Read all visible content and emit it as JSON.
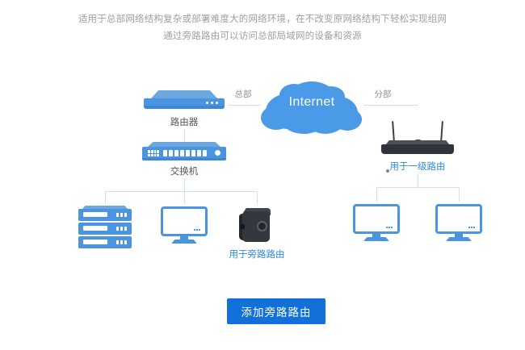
{
  "description": {
    "line1": "适用于总部网络结构复杂或部署难度大的网络环境，在不改变原网络结构下轻松实现组网",
    "line2": "通过旁路路由可以访问总部局域网的设备和资源"
  },
  "diagram": {
    "cloud": {
      "label": "Internet",
      "color": "#4a9ae8"
    },
    "link_labels": {
      "left": "总部",
      "right": "分部"
    },
    "nodes": {
      "router": {
        "caption": "路由器",
        "icon": "router-icon",
        "color": "#4a94e0"
      },
      "switch": {
        "caption": "交换机",
        "icon": "switch-icon",
        "color": "#4a94e0",
        "port_count": 8
      },
      "primary_router": {
        "caption": "用于一级路由",
        "icon": "wireless-router-icon",
        "color": "#2b8ae0"
      },
      "server": {
        "caption": "",
        "icon": "server-stack-icon",
        "color": "#4a94e0",
        "unit_count": 3
      },
      "pc_hq": {
        "caption": "",
        "icon": "monitor-icon",
        "color": "#4a94e0"
      },
      "bypass_router": {
        "caption": "用于旁路路由",
        "icon": "bypass-box-icon",
        "color": "#2b8ae0"
      },
      "pc_branch_1": {
        "caption": "",
        "icon": "monitor-icon",
        "color": "#4a94e0"
      },
      "pc_branch_2": {
        "caption": "",
        "icon": "monitor-icon",
        "color": "#4a94e0"
      }
    }
  },
  "action": {
    "add_bypass_route_label": "添加旁路路由",
    "accent_color": "#1271d8"
  }
}
